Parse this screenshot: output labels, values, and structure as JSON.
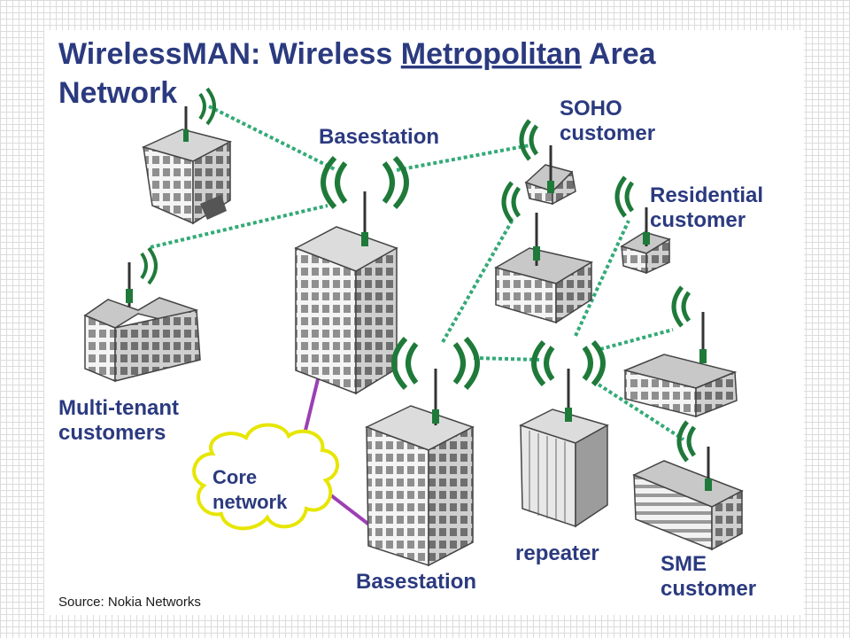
{
  "title": {
    "line1_prefix": "WirelessMAN: Wireless ",
    "line1_underlined": "Metropolitan",
    "line1_suffix": " Area",
    "line2": "Network"
  },
  "labels": {
    "basestation_top": "Basestation",
    "soho_line1": "SOHO",
    "soho_line2": "customer",
    "residential_line1": "Residential",
    "residential_line2": "customer",
    "multitenant_line1": "Multi-tenant",
    "multitenant_line2": "customers",
    "core_line1": "Core",
    "core_line2": "network",
    "basestation_bottom": "Basestation",
    "repeater": "repeater",
    "sme_line1": "SME",
    "sme_line2": "customer",
    "source": "Source: Nokia Networks"
  },
  "colors": {
    "title_text": "#2b3a7f",
    "label_text": "#2b3a7f",
    "wireless_link": "#33aa77",
    "signal_wave": "#1f7a3a",
    "core_link": "#9c3fb3",
    "cloud_outline": "#e6e600",
    "building_light": "#f0f0f0",
    "building_shade": "#8a8a8a"
  }
}
